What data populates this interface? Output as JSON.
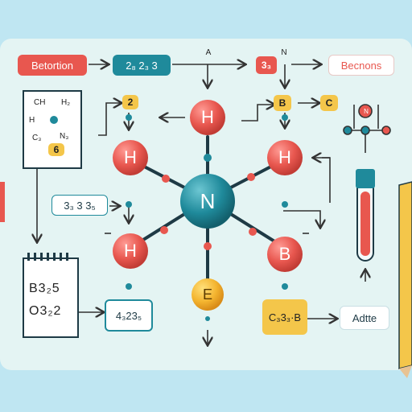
{
  "top_row": {
    "left_label": "Betortion",
    "teal_label": "2₈ 2₃ 3",
    "arrow_tag": "A",
    "red_badge_text": "3₃",
    "n_tag": "N",
    "right_label": "Becnons"
  },
  "card": {
    "ch_text": "CH",
    "h2_text": "H₂",
    "h_text": "H",
    "c3_text": "C₃",
    "n3_text": "N₃",
    "badge": "6"
  },
  "badges": {
    "yellow_2": "2",
    "yellow_b": "B",
    "yellow_c": "C",
    "small_n": "N"
  },
  "atoms": {
    "center": "N",
    "top": "H",
    "left_upper": "H",
    "right_upper": "H",
    "left_lower": "H",
    "right_lower": "B",
    "bottom": "E"
  },
  "labels": {
    "left_mid": "3₃ 3 3₅",
    "bottom_mid": "4₃23₅",
    "bottom_right_yellow": "C₃3₃·B",
    "adtte": "Adtte"
  },
  "notepad": {
    "line1": "B3₂5",
    "line2": "O3₂2"
  },
  "colors": {
    "teal": "#1f8a9b",
    "red": "#e8574f",
    "yellow": "#f4c64a",
    "orange_atom": "#f0a530",
    "board": "#e4f4f3",
    "background": "#bfe6f2"
  }
}
